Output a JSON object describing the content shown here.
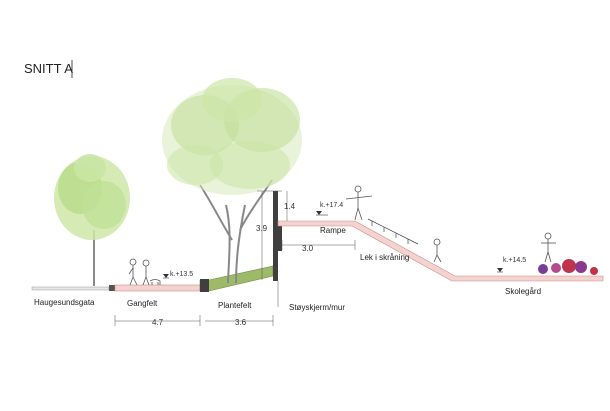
{
  "title": "SNITT A",
  "labels": {
    "haugesundsgata": "Haugesundsgata",
    "gangfelt": "Gangfelt",
    "plantefelt": "Plantefelt",
    "stoyskjerm": "Støyskjerm/mur",
    "rampe": "Rampe",
    "lek": "Lek i skråning",
    "skolegard": "Skolegård"
  },
  "levels": {
    "k135": "k.+13.5",
    "k174": "k.+17.4",
    "k145": "k.+14.5"
  },
  "dimensions": {
    "d47": "4.7",
    "d36": "3.6",
    "d39": "3.9",
    "d14": "1.4",
    "d30": "3.0"
  },
  "colors": {
    "paving_pink": "#f2d3cf",
    "paving_edge": "#d08c86",
    "wall_dark": "#3f3f3f",
    "planting_green": "#9dba68",
    "tree_green": "#a8d07a",
    "ball_purple": "#7a3d97",
    "ball_red": "#c0344b"
  }
}
